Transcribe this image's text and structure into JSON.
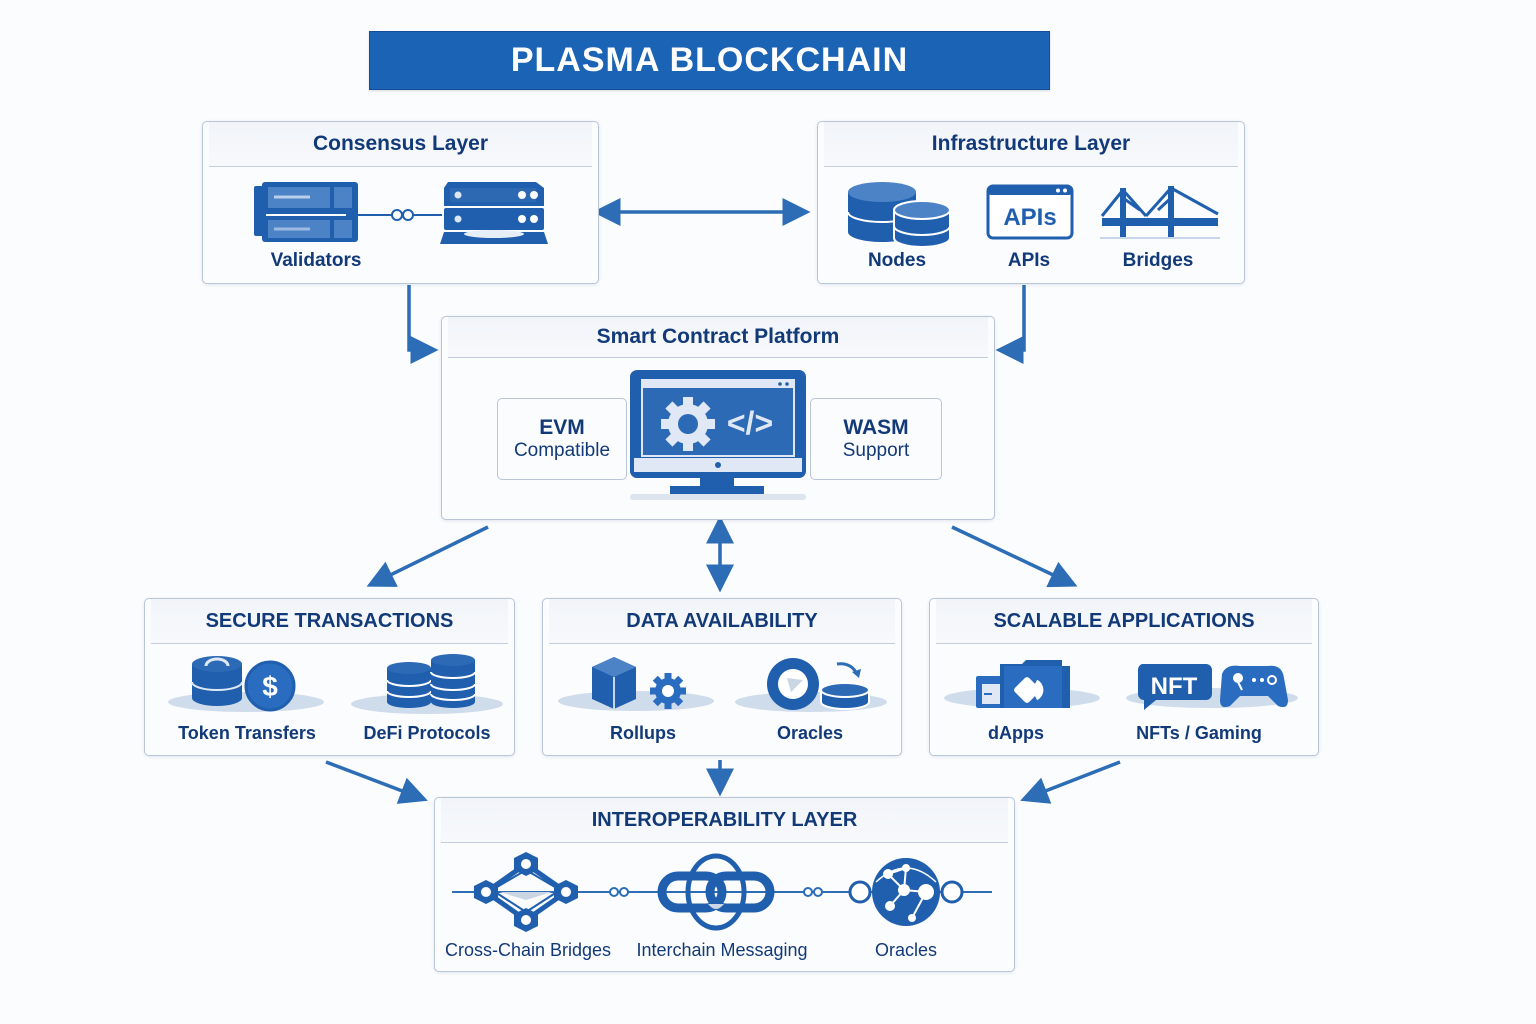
{
  "title": "PLASMA BLOCKCHAIN",
  "colors": {
    "primary": "#1b63b5",
    "dark_text": "#123a78",
    "icon_blue": "#1f5fae",
    "border": "#b9c6d8",
    "background": "#fbfcfe"
  },
  "consensus_layer": {
    "title": "Consensus Layer",
    "items": [
      {
        "label": "Validators",
        "icon": "server-rack-icon"
      }
    ]
  },
  "infrastructure_layer": {
    "title": "Infrastructure Layer",
    "items": [
      {
        "label": "Nodes",
        "icon": "database-icon"
      },
      {
        "label": "APIs",
        "icon": "api-window-icon",
        "icon_text": "APIs"
      },
      {
        "label": "Bridges",
        "icon": "bridge-icon"
      }
    ]
  },
  "smart_contract_platform": {
    "title": "Smart Contract Platform",
    "left_card": {
      "line1": "EVM",
      "line2": "Compatible"
    },
    "right_card": {
      "line1": "WASM",
      "line2": "Support"
    },
    "center_icon": "monitor-code-icon",
    "center_icon_text": "</>"
  },
  "secure_transactions": {
    "title": "SECURE TRANSACTIONS",
    "items": [
      {
        "label": "Token Transfers",
        "icon": "token-coin-icon",
        "icon_text": "$"
      },
      {
        "label": "DeFi Protocols",
        "icon": "coin-stacks-icon"
      }
    ]
  },
  "data_availability": {
    "title": "DATA AVAILABILITY",
    "items": [
      {
        "label": "Rollups",
        "icon": "cube-gear-icon"
      },
      {
        "label": "Oracles",
        "icon": "oracle-disk-icon"
      }
    ]
  },
  "scalable_applications": {
    "title": "SCALABLE APPLICATIONS",
    "items": [
      {
        "label": "dApps",
        "icon": "dapp-folder-icon"
      },
      {
        "label": "NFTs / Gaming",
        "icon": "nft-gamepad-icon",
        "icon_text": "NFT"
      }
    ]
  },
  "interoperability_layer": {
    "title": "INTEROPERABILITY LAYER",
    "items": [
      {
        "label": "Cross-Chain Bridges",
        "icon": "network-nodes-icon"
      },
      {
        "label": "Interchain Messaging",
        "icon": "chain-link-icon"
      },
      {
        "label": "Oracles",
        "icon": "globe-network-icon"
      }
    ]
  },
  "connections": [
    {
      "from": "Consensus Layer",
      "to": "Infrastructure Layer",
      "type": "bidirectional"
    },
    {
      "from": "Consensus Layer",
      "to": "Smart Contract Platform",
      "type": "directed"
    },
    {
      "from": "Infrastructure Layer",
      "to": "Smart Contract Platform",
      "type": "directed"
    },
    {
      "from": "Smart Contract Platform",
      "to": "SECURE TRANSACTIONS",
      "type": "directed"
    },
    {
      "from": "Smart Contract Platform",
      "to": "DATA AVAILABILITY",
      "type": "bidirectional"
    },
    {
      "from": "Smart Contract Platform",
      "to": "SCALABLE APPLICATIONS",
      "type": "directed"
    },
    {
      "from": "SECURE TRANSACTIONS",
      "to": "INTEROPERABILITY LAYER",
      "type": "directed"
    },
    {
      "from": "DATA AVAILABILITY",
      "to": "INTEROPERABILITY LAYER",
      "type": "directed"
    },
    {
      "from": "SCALABLE APPLICATIONS",
      "to": "INTEROPERABILITY LAYER",
      "type": "directed"
    }
  ]
}
